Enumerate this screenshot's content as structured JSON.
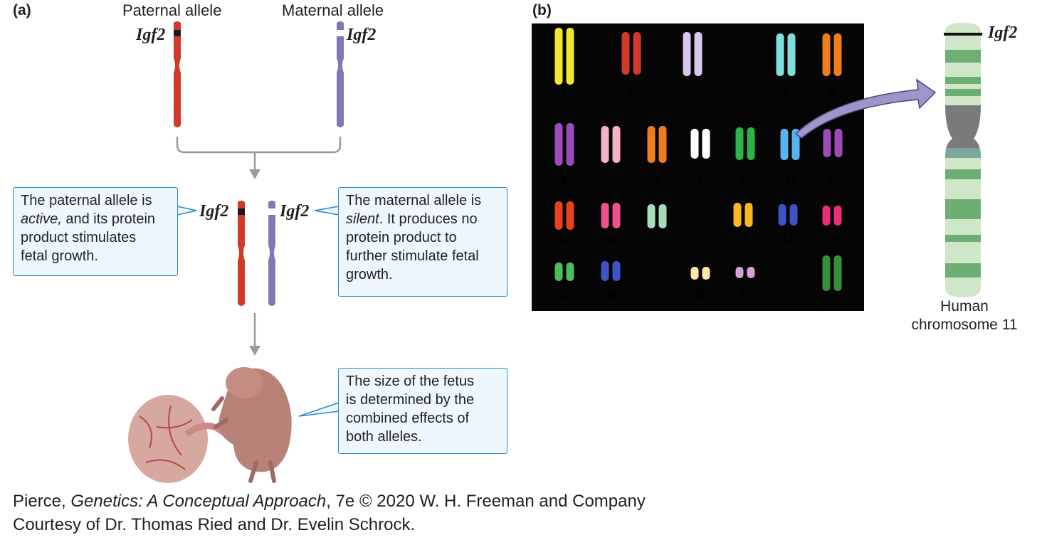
{
  "panel_a": {
    "label": "(a)",
    "paternal_title": "Paternal allele",
    "maternal_title": "Maternal allele",
    "gene": "Igf2",
    "callout_paternal": {
      "line1": "The paternal allele is",
      "line2_em": "active,",
      "line2_rest": " and its protein",
      "line3": "product stimulates",
      "line4": "fetal growth."
    },
    "callout_maternal": {
      "line1": "The maternal allele is",
      "line2_em": "silent",
      "line2_rest": ". It produces no",
      "line3": "protein product to",
      "line4": "further stimulate fetal",
      "line5": "growth."
    },
    "callout_fetus": {
      "line1": "The size of the fetus",
      "line2": "is determined by the",
      "line3": "combined effects of",
      "line4": "both alleles."
    },
    "colors": {
      "paternal": "#d13a2a",
      "maternal": "#8478b4",
      "callout_border": "#2a86c8",
      "callout_fill": "#eef7fd"
    }
  },
  "panel_b": {
    "label": "(b)",
    "chromosome_numbers": [
      "1",
      "2",
      "3",
      "4",
      "5",
      "6",
      "7",
      "8",
      "9",
      "10",
      "11",
      "12",
      "13",
      "14",
      "15",
      "16",
      "17",
      "18",
      "19",
      "20",
      "21",
      "22",
      "X"
    ],
    "gene": "Igf2",
    "chromosome_caption_line1": "Human",
    "chromosome_caption_line2": "chromosome 11",
    "colors": {
      "background": "#050505",
      "arrow": "#9d96c8",
      "band_light": "#cfe6c9",
      "band_dark": "#6fae73",
      "centromere": "#7a7a7a"
    }
  },
  "credit": {
    "line1_prefix": "Pierce, ",
    "line1_italic": "Genetics: A Conceptual Approach",
    "line1_suffix": ", 7e © 2020 W. H. Freeman and Company",
    "line2": "Courtesy of Dr. Thomas Ried and Dr. Evelin Schrock."
  }
}
